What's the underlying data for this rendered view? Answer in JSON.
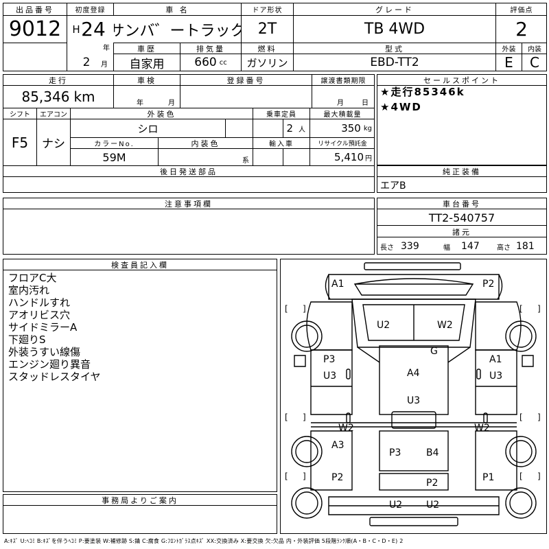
{
  "header": {
    "lot_label": "出品番号",
    "lot_no": "9012",
    "first_reg_label": "初度登録",
    "era": "H",
    "year": "24",
    "year_unit": "年",
    "month": "2",
    "month_unit": "月",
    "car_name_label": "車 名",
    "car_name": "サンバ゛ートラック",
    "door_label": "ドア形状",
    "door": "2T",
    "grade_label": "グレード",
    "grade": "TB 4WD",
    "score_label": "評価点",
    "score": "2",
    "history_label": "車歴",
    "history": "自家用",
    "displacement_label": "排気量",
    "displacement": "660",
    "displacement_unit": "cc",
    "fuel_label": "燃料",
    "fuel": "ガソリン",
    "model_label": "型式",
    "model": "EBD-TT2",
    "ext_label": "外装",
    "ext": "E",
    "int_label": "内装",
    "int": "C"
  },
  "row2": {
    "mileage_label": "走行",
    "mileage": "85,346",
    "mileage_unit": "km",
    "inspection_label": "車検",
    "insp_year_unit": "年",
    "insp_month_unit": "月",
    "reg_no_label": "登録番号",
    "transfer_label": "譲渡書類期限",
    "transfer_month_unit": "月",
    "transfer_day_unit": "日",
    "shift_label": "シフト",
    "shift": "F5",
    "ac_label": "エアコン",
    "ac": "ナシ",
    "ext_color_label": "外装色",
    "ext_color": "シロ",
    "capacity_label": "乗車定員",
    "capacity": "2",
    "capacity_unit": "人",
    "max_load_label": "最大積載量",
    "max_load": "350",
    "max_load_unit": "kg",
    "color_no_label": "カラーNo.",
    "color_no": "59M",
    "int_color_label": "内装色",
    "int_color_unit": "系",
    "import_label": "輸入車",
    "recycle_label": "リサイクル預託金",
    "recycle": "5,410",
    "recycle_unit": "円"
  },
  "sales": {
    "label": "セールスポイント",
    "points": [
      "★走行85346k",
      "★4WD"
    ]
  },
  "later_parts_label": "後日発送部品",
  "genuine_label": "純正装備",
  "genuine_items": "エアB",
  "notes_label": "注意事項欄",
  "chassis_label": "車台番号",
  "chassis_no": "TT2-540757",
  "dims": {
    "label": "諸元",
    "length_label": "長さ",
    "length": "339",
    "width_label": "幅",
    "width": "147",
    "height_label": "高さ",
    "height": "181"
  },
  "inspector": {
    "label": "検査員記入欄",
    "notes": [
      "フロアC大",
      "室内汚れ",
      "ハンドルすれ",
      "アオリビス穴",
      "サイドミラーA",
      "下廻りS",
      "外装うすい線傷",
      "エンジン廻り異音",
      "スタッドレスタイヤ"
    ]
  },
  "office_label": "事務局よりご案内",
  "diagram": {
    "marks": [
      {
        "name": "mark-front-left-corner",
        "text": "A1"
      },
      {
        "name": "mark-front-right-corner",
        "text": "P2"
      },
      {
        "name": "mark-windshield-left",
        "text": "U2"
      },
      {
        "name": "mark-windshield-right",
        "text": "W2"
      },
      {
        "name": "mark-roof-front",
        "text": "G"
      },
      {
        "name": "mark-left-door-p",
        "text": "P3"
      },
      {
        "name": "mark-left-door-u",
        "text": "U3"
      },
      {
        "name": "mark-right-door-a",
        "text": "A1"
      },
      {
        "name": "mark-right-door-u",
        "text": "U3"
      },
      {
        "name": "mark-roof-center",
        "text": "A4"
      },
      {
        "name": "mark-roof-rear",
        "text": "U3"
      },
      {
        "name": "mark-left-sill",
        "text": "W2"
      },
      {
        "name": "mark-right-sill",
        "text": "W2"
      },
      {
        "name": "mark-left-bed-side-a",
        "text": "A3"
      },
      {
        "name": "mark-bed-floor-p",
        "text": "P3"
      },
      {
        "name": "mark-bed-floor-b",
        "text": "B4"
      },
      {
        "name": "mark-left-rear-p",
        "text": "P2"
      },
      {
        "name": "mark-right-rear-p",
        "text": "P1"
      },
      {
        "name": "mark-tailgate",
        "text": "P2"
      },
      {
        "name": "mark-rear-bumper-left",
        "text": "U2"
      },
      {
        "name": "mark-rear-bumper-right",
        "text": "U2"
      }
    ],
    "bracket_open": "[",
    "bracket_close": "]"
  },
  "legend": "A:ｷｽﾞ U:ﾍｺﾐ B:ｷｽﾞを伴うﾍｺﾐ P:要塗装 W:補修跡 S:錆 C:腐食 G:ﾌﾛﾝﾄｶﾞﾗｽ点ｷｽﾞ XX:交換済み X:要交換 欠:欠品 内・外装評価 5段階ﾗﾝｸ順(A・B・C・D・E) 2"
}
